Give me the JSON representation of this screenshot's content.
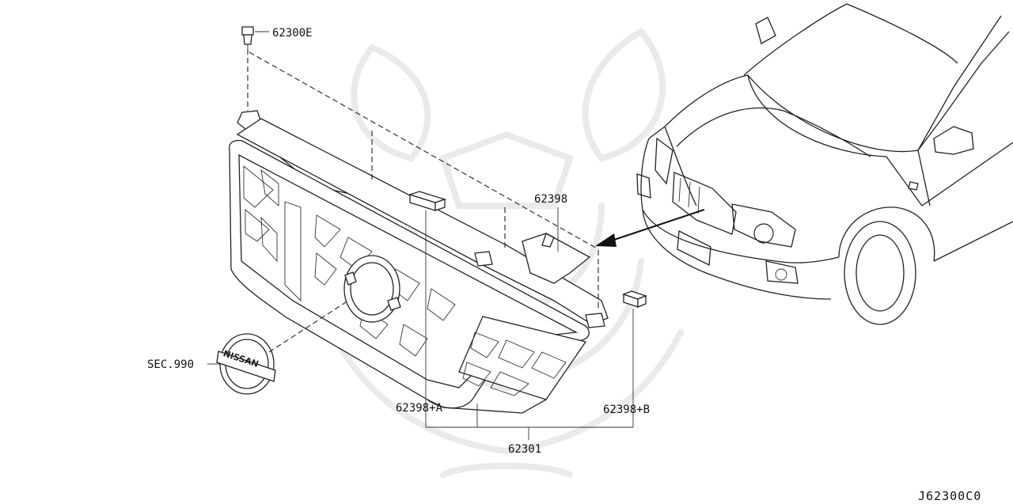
{
  "diagram": {
    "reference_code": "J62300C0",
    "parts": {
      "clip": "62300E",
      "bracket": "62398",
      "emblem_ref": "SEC.990",
      "spacer_a": "62398+A",
      "spacer_b": "62398+B",
      "grille_assembly": "62301"
    },
    "emblem_text": "NISSAN",
    "watermark": "samurai-crest-watermark"
  }
}
